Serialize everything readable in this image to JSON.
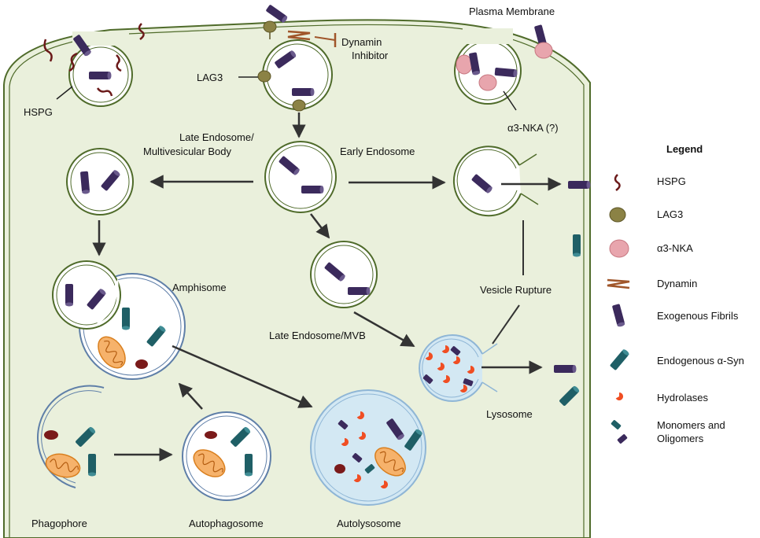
{
  "labels": {
    "plasma_membrane": "Plasma Membrane",
    "dynamin_inhibitor_1": "Dynamin",
    "dynamin_inhibitor_2": "Inhibitor",
    "hspg": "HSPG",
    "lag3": "LAG3",
    "a3nka": "α3-NKA (?)",
    "late_endosome_1": "Late Endosome/",
    "late_endosome_2": "Multivesicular Body",
    "early_endosome": "Early Endosome",
    "amphisome": "Amphisome",
    "late_endosome_mvb": "Late Endosome/MVB",
    "vesicle_rupture": "Vesicle Rupture",
    "lysosome": "Lysosome",
    "phagophore": "Phagophore",
    "autophagosome": "Autophagosome",
    "autolysosome": "Autolysosome"
  },
  "legend": {
    "title": "Legend",
    "items": [
      {
        "icon": "hspg-icon",
        "label": "HSPG"
      },
      {
        "icon": "lag3-icon",
        "label": "LAG3"
      },
      {
        "icon": "a3-nka-icon",
        "label": "α3-NKA"
      },
      {
        "icon": "dynamin-icon",
        "label": "Dynamin"
      },
      {
        "icon": "exogenous-fibril-icon",
        "label": "Exogenous Fibrils"
      },
      {
        "icon": "endogenous-asyn-icon",
        "label": "Endogenous α-Syn"
      },
      {
        "icon": "hydrolase-icon",
        "label": "Hydrolases"
      },
      {
        "icon": "monomer-oligomer-icon",
        "label": "Monomers and"
      },
      {
        "icon": "monomer-oligomer-icon",
        "label": "Oligomers"
      }
    ]
  },
  "colors": {
    "cytoplasm": "#eaf0dc",
    "membrane": "#4f6b2a",
    "exogenous_fibril": "#3b2a5c",
    "endogenous_asyn": "#1f5f66",
    "lag3": "#8b8245",
    "a3_nka": "#e8a5ad",
    "dynamin": "#a0562a",
    "hydrolase": "#f04e23",
    "hspg": "#6b1a1a",
    "lysosome": "#d3e8f3",
    "lysosome_border": "#8fb6d6"
  }
}
